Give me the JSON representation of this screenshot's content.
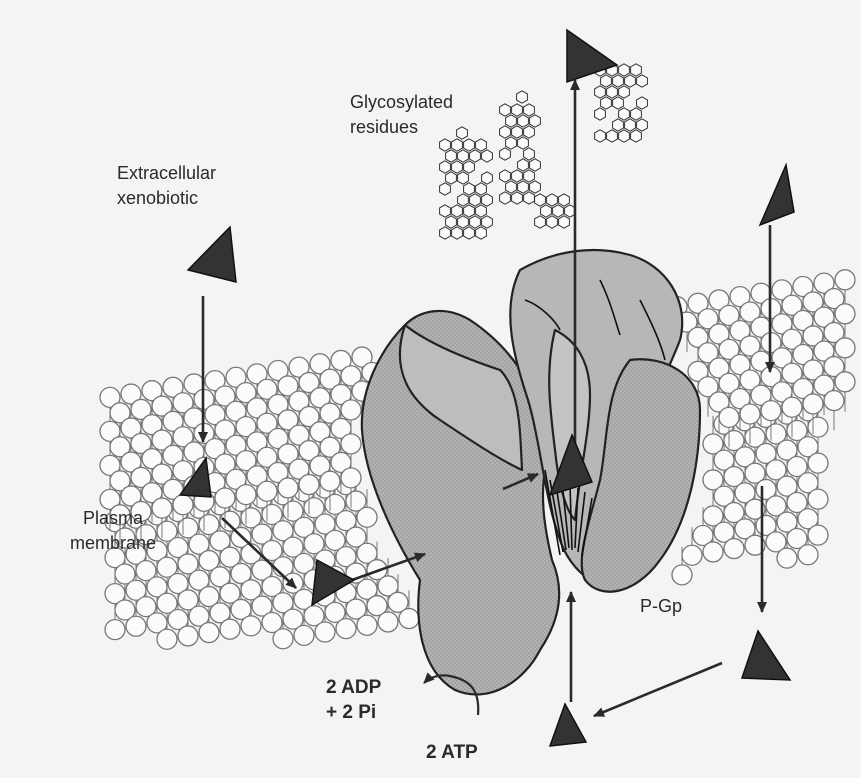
{
  "labels": {
    "extracellular_line1": "Extracellular",
    "extracellular_line2": "xenobiotic",
    "glyco_line1": "Glycosylated",
    "glyco_line2": "residues",
    "plasma_line1": "Plasma",
    "plasma_line2": "membrane",
    "pgp": "P-Gp",
    "adp_line1": "2 ADP",
    "adp_line2": "+ 2 Pi",
    "atp": "2 ATP"
  },
  "colors": {
    "background": "#f4f4f2",
    "lipid_fill": "#fbfbfb",
    "lipid_stroke": "#777777",
    "protein_fill": "#b5b5b5",
    "protein_stroke": "#222222",
    "arrow": "#2a2a2a",
    "xenobiotic": "#333333"
  }
}
